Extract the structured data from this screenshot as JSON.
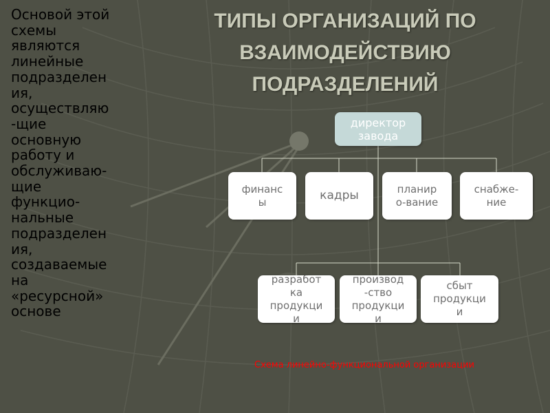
{
  "slide": {
    "title_lines": [
      "ТИПЫ ОРГАНИЗАЦИЙ ПО",
      "ВЗАИМОДЕЙСТВИЮ",
      "ПОДРАЗДЕЛЕНИЙ"
    ],
    "side_text": "Основой этой\nсхемы\nявляются\nлинейные\nподразделен\nия,\nосуществляю\n-щие\nосновную\nработу и\nобслуживаю-\nщие\nфункцио-\nнальные\nподразделен\nия,\nсоздаваемые\nна\n«ресурсной»\nосновe",
    "caption": "Схема линейно-функциональной организации"
  },
  "diagram": {
    "root": "директор\nзавода",
    "functional_units": [
      "финанс\nы",
      "кадры",
      "планир\nо-вание",
      "снабже-\nние"
    ],
    "line_units": [
      "разработ\nка\nпродукци\nи",
      "производ\n-ство\nпродукци\nи",
      "сбыт\nпродукци\nи"
    ]
  },
  "colors": {
    "background": "#4e5045",
    "title": "#c9cbb9",
    "root_fill": "#c5d9d8",
    "node_fill": "#ffffff",
    "connector": "#d8dccc",
    "caption": "#ff0000"
  }
}
